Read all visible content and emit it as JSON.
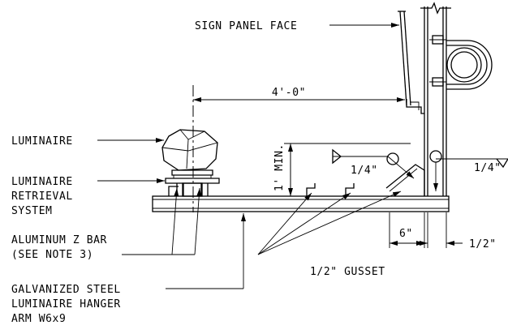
{
  "labels": {
    "sign_panel_face": "SIGN PANEL FACE",
    "dim_4ft": "4'-0\"",
    "luminaire": "LUMINAIRE",
    "luminaire_retrieval_1": "LUMINAIRE",
    "luminaire_retrieval_2": "RETRIEVAL",
    "luminaire_retrieval_3": "SYSTEM",
    "one_ft_min": "1' MIN.",
    "weld_left": "1/4\"",
    "weld_right": "1/4\"",
    "zbar_1": "ALUMINUM Z BAR",
    "zbar_2": "(SEE NOTE 3)",
    "dim_6in": "6\"",
    "dim_half_in": "1/2\"",
    "gusset": "1/2\" GUSSET",
    "hanger_1": "GALVANIZED STEEL",
    "hanger_2": "LUMINAIRE HANGER",
    "hanger_3": "ARM W6x9"
  }
}
